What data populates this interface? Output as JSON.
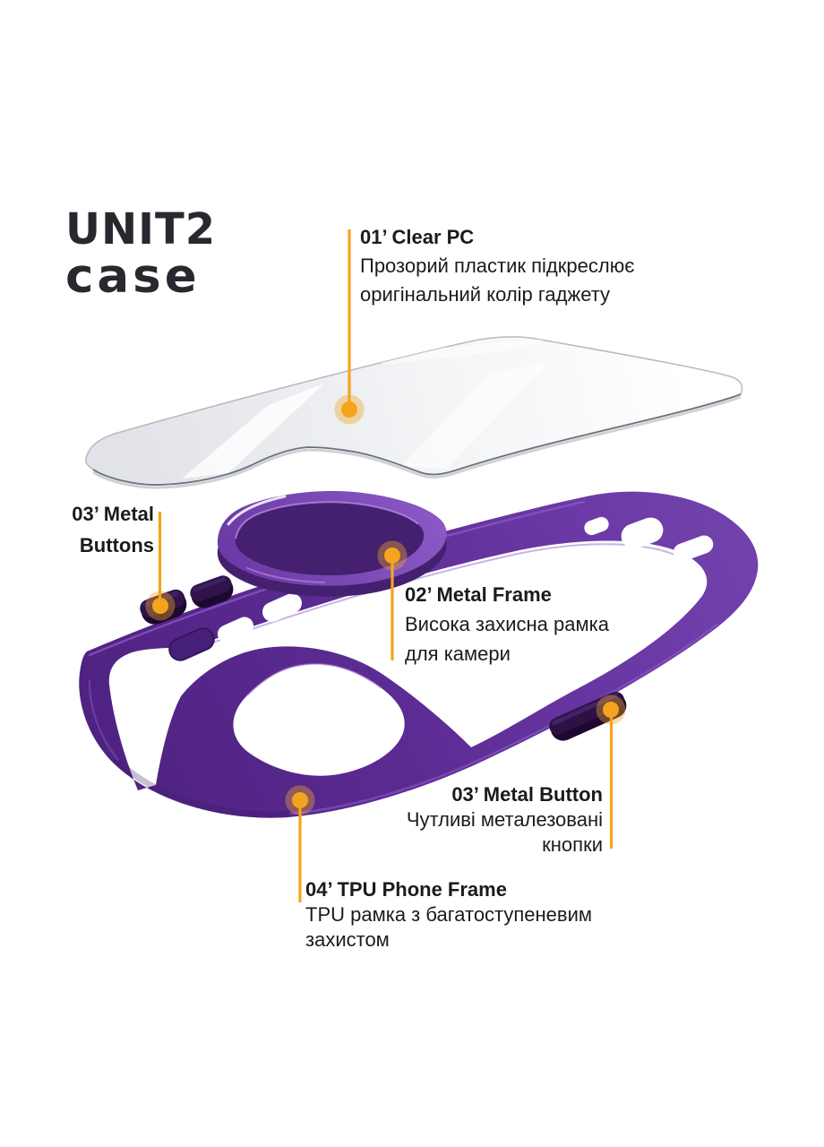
{
  "colors": {
    "accent": "#F5A41D",
    "case_purple": "#5D2C94",
    "camera_frame_purple": "#7A49B2",
    "button_dark": "#1D0830",
    "plate_gray": "#EDEEF2",
    "text": "#1B1B1D",
    "logo": "#28282F"
  },
  "logo": {
    "line1": "UNIT2",
    "line2": "case"
  },
  "callouts": [
    {
      "number": "01",
      "title_lines": [
        "01’ Clear PC"
      ],
      "body_lines": [
        "Прозорий пластик підкреслює",
        "оригінальний колір гаджету"
      ]
    },
    {
      "number": "03",
      "title_lines": [
        "03’ Metal",
        "Buttons"
      ],
      "body_lines": []
    },
    {
      "number": "02",
      "title_lines": [
        "02’ Metal Frame"
      ],
      "body_lines": [
        "Висока захисна рамка",
        "для камери"
      ]
    },
    {
      "number": "03",
      "title_lines": [
        "03’ Metal Button"
      ],
      "body_lines": [
        "Чутливі металезовані",
        "кнопки"
      ]
    },
    {
      "number": "04",
      "title_lines": [
        "04’ TPU Phone Frame"
      ],
      "body_lines": [
        "TPU рамка з багатоступеневим",
        "захистом"
      ]
    }
  ]
}
